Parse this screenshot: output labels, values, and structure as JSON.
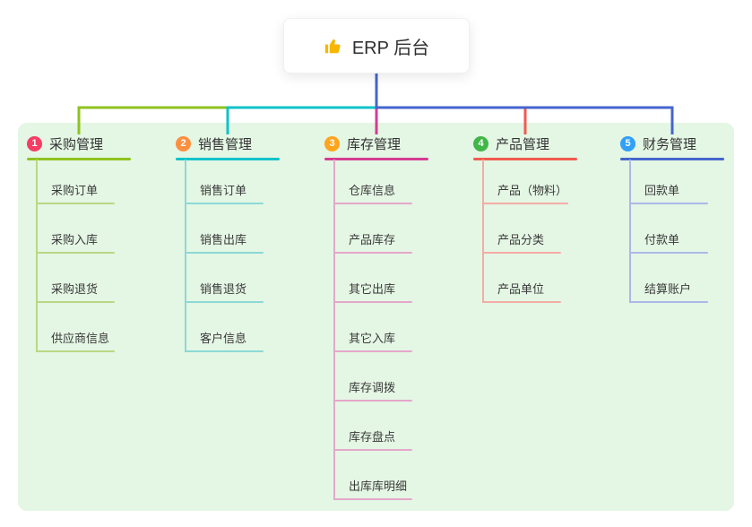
{
  "root": {
    "title": "ERP 后台",
    "icon": "thumbs-up",
    "icon_color": "#f7b600"
  },
  "branches": [
    {
      "badge": "1",
      "title": "采购管理",
      "badge_color": "#f43e63",
      "line_color": "#8fc31f",
      "light_color": "#b9d883",
      "children": [
        "采购订单",
        "采购入库",
        "采购退货",
        "供应商信息"
      ]
    },
    {
      "badge": "2",
      "title": "销售管理",
      "badge_color": "#ff8f40",
      "line_color": "#10c3c9",
      "light_color": "#8cd9d6",
      "children": [
        "销售订单",
        "销售出库",
        "销售退货",
        "客户信息"
      ]
    },
    {
      "badge": "3",
      "title": "库存管理",
      "badge_color": "#ffa41c",
      "line_color": "#d53c91",
      "light_color": "#e4a8ca",
      "children": [
        "仓库信息",
        "产品库存",
        "其它出库",
        "其它入库",
        "库存调拨",
        "库存盘点",
        "出库库明细"
      ]
    },
    {
      "badge": "4",
      "title": "产品管理",
      "badge_color": "#42b649",
      "line_color": "#f15b50",
      "light_color": "#f3aca6",
      "children": [
        "产品（物料）",
        "产品分类",
        "产品单位"
      ]
    },
    {
      "badge": "5",
      "title": "财务管理",
      "badge_color": "#31a0f6",
      "line_color": "#4565cc",
      "light_color": "#abb9e8",
      "children": [
        "回款单",
        "付款单",
        "结算账户"
      ]
    }
  ],
  "colors": {
    "canvas_background": "#ffffff",
    "panel_background": "#e4f6e4",
    "text": "#3a3a3a"
  }
}
